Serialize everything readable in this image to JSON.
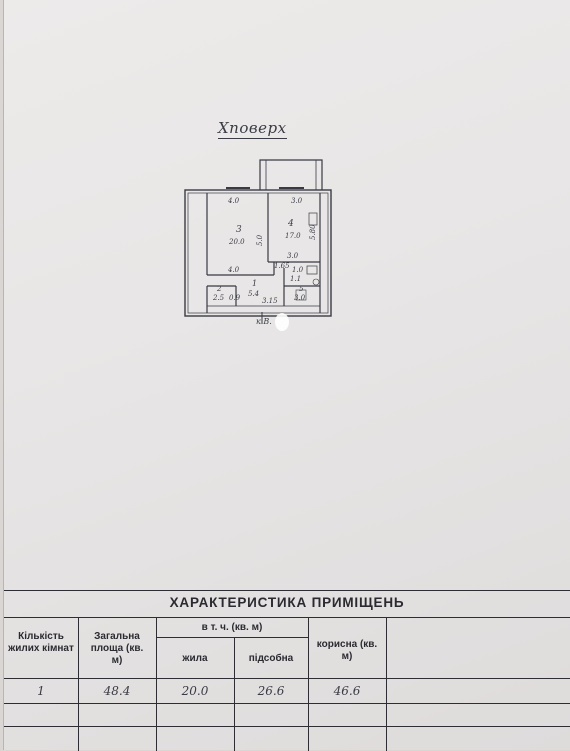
{
  "plan": {
    "floor_label": "Xповерх",
    "rooms": {
      "r3_num": "3",
      "r3_area": "20.0",
      "r4_num": "4",
      "r4_area": "17.0",
      "r1_num": "1",
      "r1_area": "5.4",
      "r2_num": "2",
      "r2_area": "2.5",
      "r5_num": "5",
      "r5_area": "3.0",
      "r6_area": "1.1"
    },
    "dims": {
      "d_top_left": "4.0",
      "d_top_right": "3.0",
      "d_mid_v": "5.0",
      "d_right_v": "5.80",
      "d_mid_h": "4.0",
      "d_3_0": "3.0",
      "d_1_0": "1.0",
      "d_1_65": "1.65",
      "d_3_15": "3.15",
      "d_0_9": "0.9"
    },
    "entrance_mark": "к.В."
  },
  "table": {
    "title": "ХАРАКТЕРИСТИКА ПРИМІЩЕНЬ",
    "headers": {
      "rooms_count": "Кількість жилих кімнат",
      "total_area": "Загальна площа (кв. м)",
      "incl_group": "в т. ч. (кв. м)",
      "living": "жила",
      "auxiliary": "підсобна",
      "useful": "корисна (кв. м)"
    },
    "values": {
      "rooms_count": "1",
      "total_area": "48.4",
      "living": "20.0",
      "auxiliary": "26.6",
      "useful": "46.6"
    }
  }
}
